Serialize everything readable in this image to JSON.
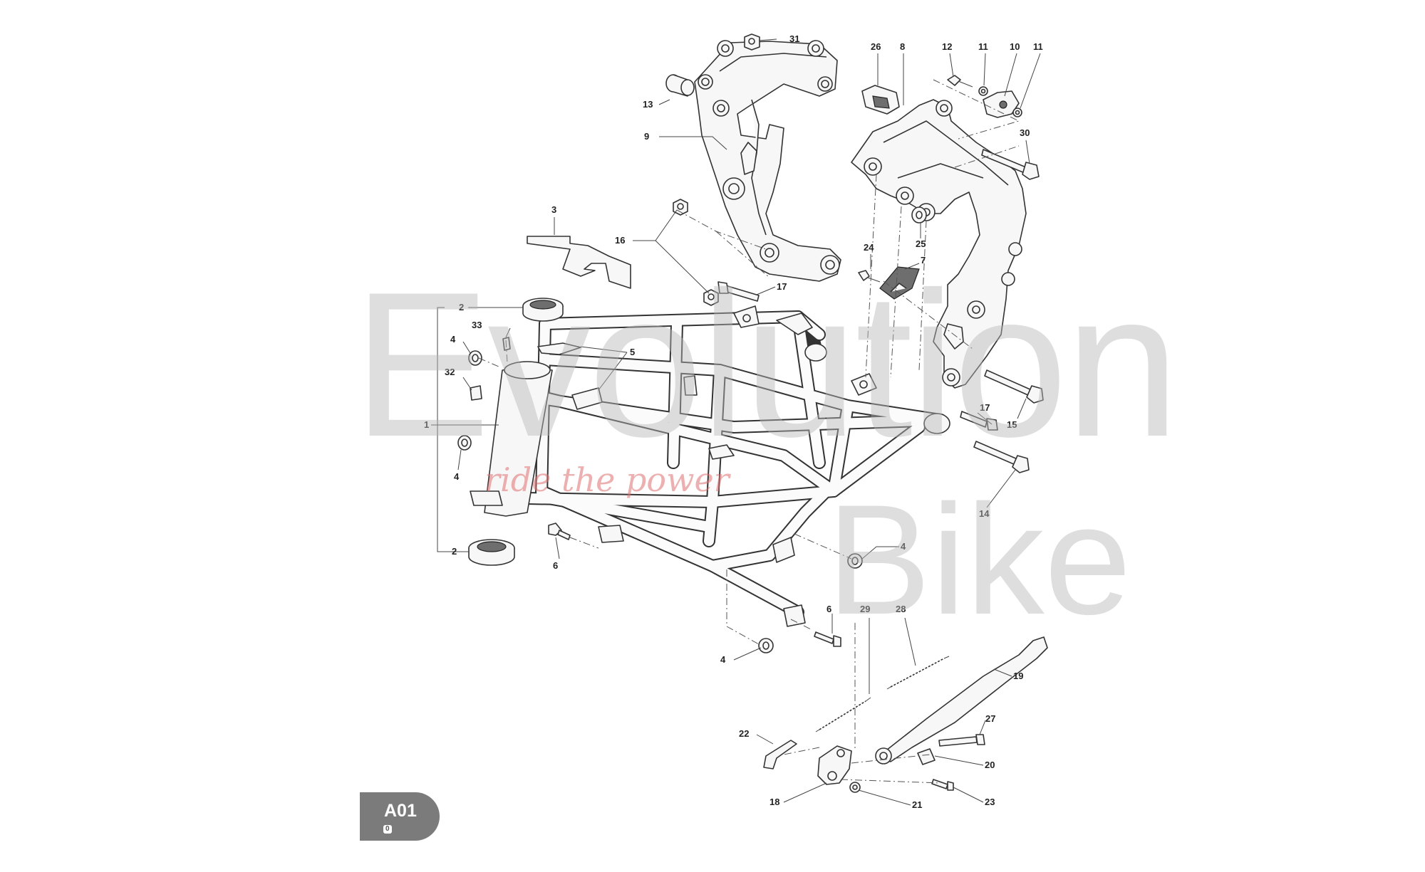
{
  "diagram": {
    "sheet_code": "A01",
    "sheet_revision": "0"
  },
  "watermark": {
    "brand_top": "Evolution",
    "brand_bottom": "Bike",
    "slogan": "ride the power"
  },
  "callouts": [
    {
      "id": "c31",
      "label": "31"
    },
    {
      "id": "c26",
      "label": "26"
    },
    {
      "id": "c8",
      "label": "8"
    },
    {
      "id": "c12",
      "label": "12"
    },
    {
      "id": "c11a",
      "label": "11"
    },
    {
      "id": "c10",
      "label": "10"
    },
    {
      "id": "c11b",
      "label": "11"
    },
    {
      "id": "c13",
      "label": "13"
    },
    {
      "id": "c30",
      "label": "30"
    },
    {
      "id": "c9",
      "label": "9"
    },
    {
      "id": "c3",
      "label": "3"
    },
    {
      "id": "c16",
      "label": "16"
    },
    {
      "id": "c24",
      "label": "24"
    },
    {
      "id": "c25",
      "label": "25"
    },
    {
      "id": "c7",
      "label": "7"
    },
    {
      "id": "c17a",
      "label": "17"
    },
    {
      "id": "c2a",
      "label": "2"
    },
    {
      "id": "c33",
      "label": "33"
    },
    {
      "id": "c4a",
      "label": "4"
    },
    {
      "id": "c5",
      "label": "5"
    },
    {
      "id": "c32",
      "label": "32"
    },
    {
      "id": "c1",
      "label": "1"
    },
    {
      "id": "c15",
      "label": "15"
    },
    {
      "id": "c17b",
      "label": "17"
    },
    {
      "id": "c4b",
      "label": "4"
    },
    {
      "id": "c14",
      "label": "14"
    },
    {
      "id": "c2b",
      "label": "2"
    },
    {
      "id": "c6a",
      "label": "6"
    },
    {
      "id": "c4c",
      "label": "4"
    },
    {
      "id": "c6b",
      "label": "6"
    },
    {
      "id": "c29",
      "label": "29"
    },
    {
      "id": "c28",
      "label": "28"
    },
    {
      "id": "c4d",
      "label": "4"
    },
    {
      "id": "c19",
      "label": "19"
    },
    {
      "id": "c22",
      "label": "22"
    },
    {
      "id": "c27",
      "label": "27"
    },
    {
      "id": "c20",
      "label": "20"
    },
    {
      "id": "c18",
      "label": "18"
    },
    {
      "id": "c21",
      "label": "21"
    },
    {
      "id": "c23",
      "label": "23"
    }
  ]
}
